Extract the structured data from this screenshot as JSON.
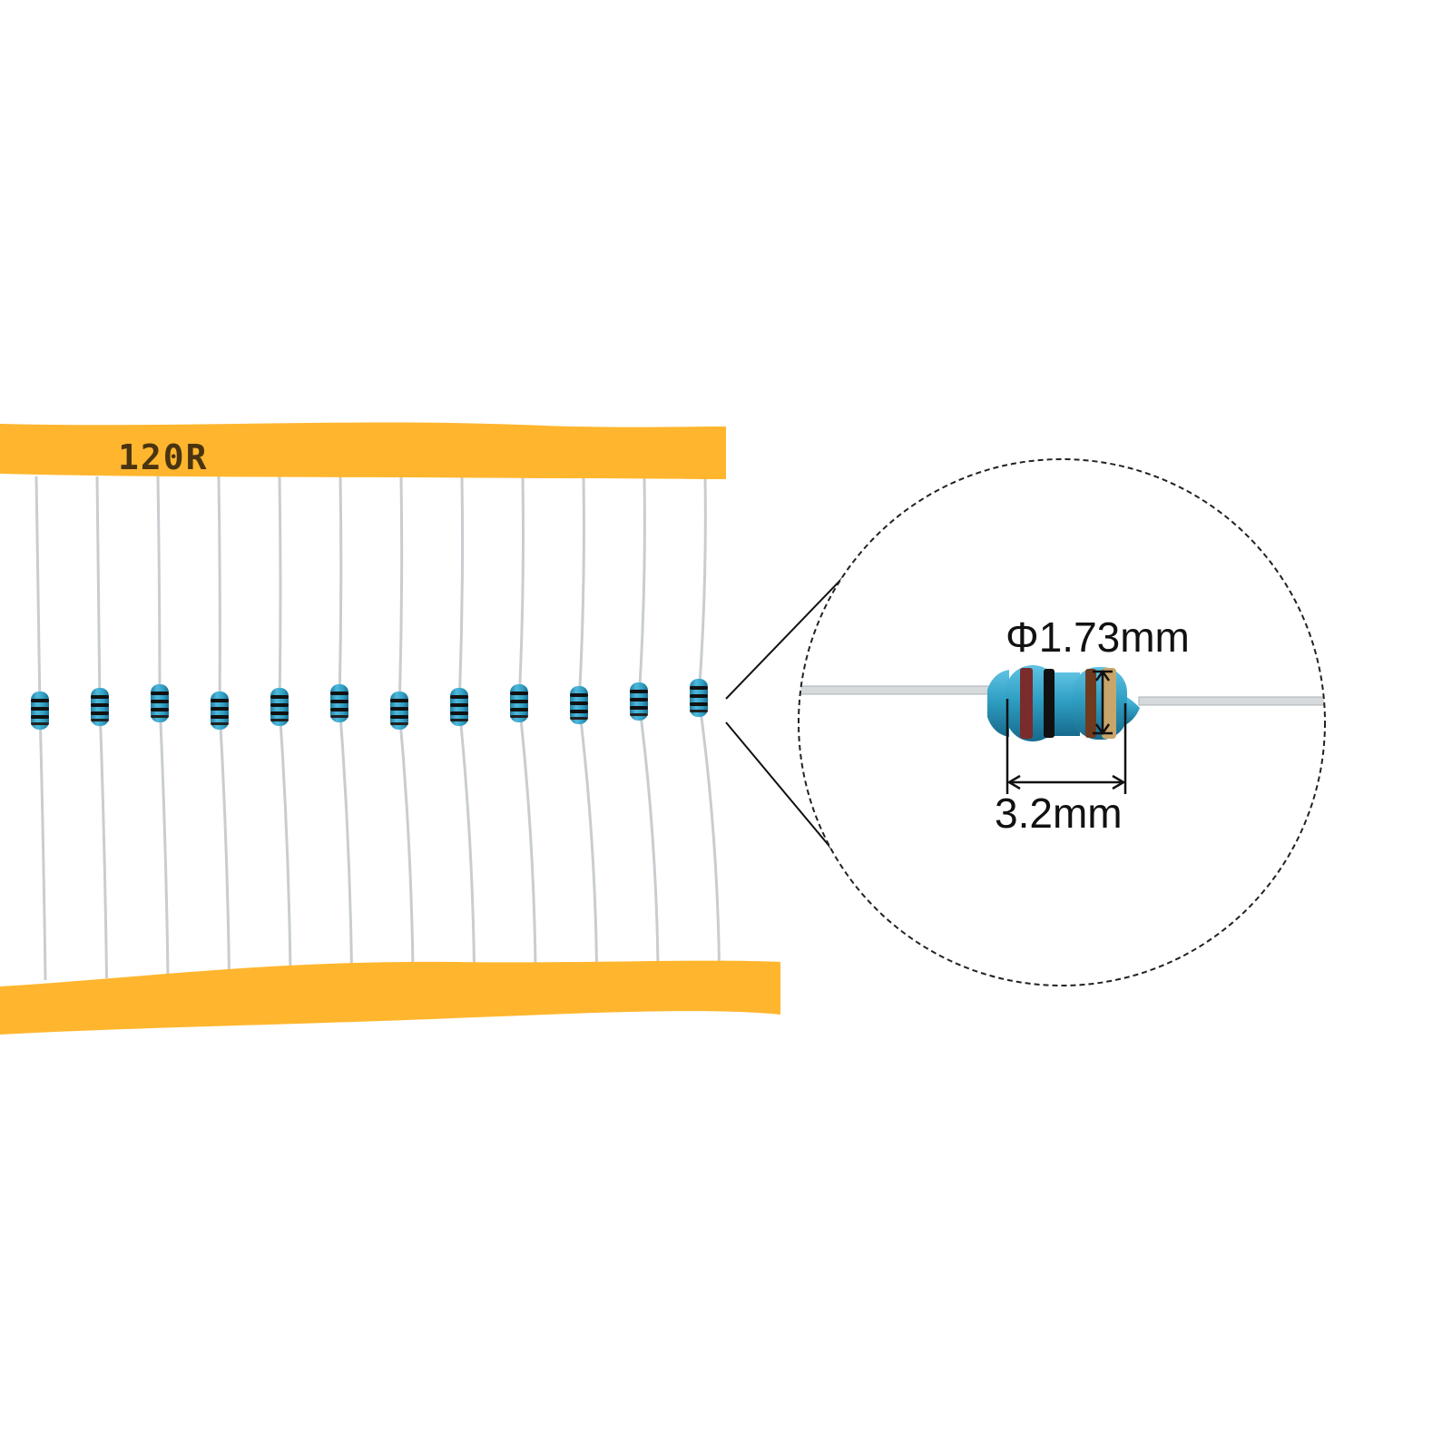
{
  "tape": {
    "label": "120R",
    "color": "#ffb62e",
    "label_color": "#4a3410"
  },
  "resistor": {
    "count": 12,
    "body_color": "#2f9fc3",
    "band_colors": [
      "#7a2b2b",
      "#111111",
      "#6e3b1f",
      "#c8a56a"
    ],
    "lead_color": "#c9cdd0"
  },
  "zoom": {
    "diameter_label": "Φ1.73mm",
    "length_label": "3.2mm"
  }
}
